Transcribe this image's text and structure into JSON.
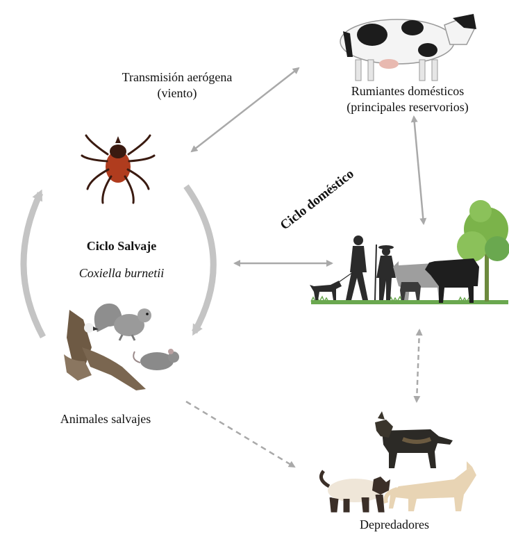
{
  "labels": {
    "transmission_line1": "Transmisión aerógena",
    "transmission_line2": "(viento)",
    "ruminants_line1": "Rumiantes domésticos",
    "ruminants_line2": "(principales reservorios)",
    "domestic_cycle": "Ciclo doméstico",
    "wild_cycle_title": "Ciclo Salvaje",
    "wild_cycle_pathogen": "Coxiella burnetii",
    "wild_animals": "Animales salvajes",
    "predators": "Depredadores"
  },
  "colors": {
    "arrow": "#a9a9a9",
    "cycle_arrow": "#c4c4c4",
    "tick": "#a33d1e",
    "grass": "#6aa84f",
    "tree": "#7bb34a",
    "silhouette": "#2b2b2b"
  },
  "icons": [
    "cow-icon",
    "tick-icon",
    "farm-scene-icon",
    "squirrel-icon",
    "hawk-icon",
    "mouse-icon",
    "dog-icon",
    "siamese-cat-icon",
    "tan-cat-icon"
  ]
}
